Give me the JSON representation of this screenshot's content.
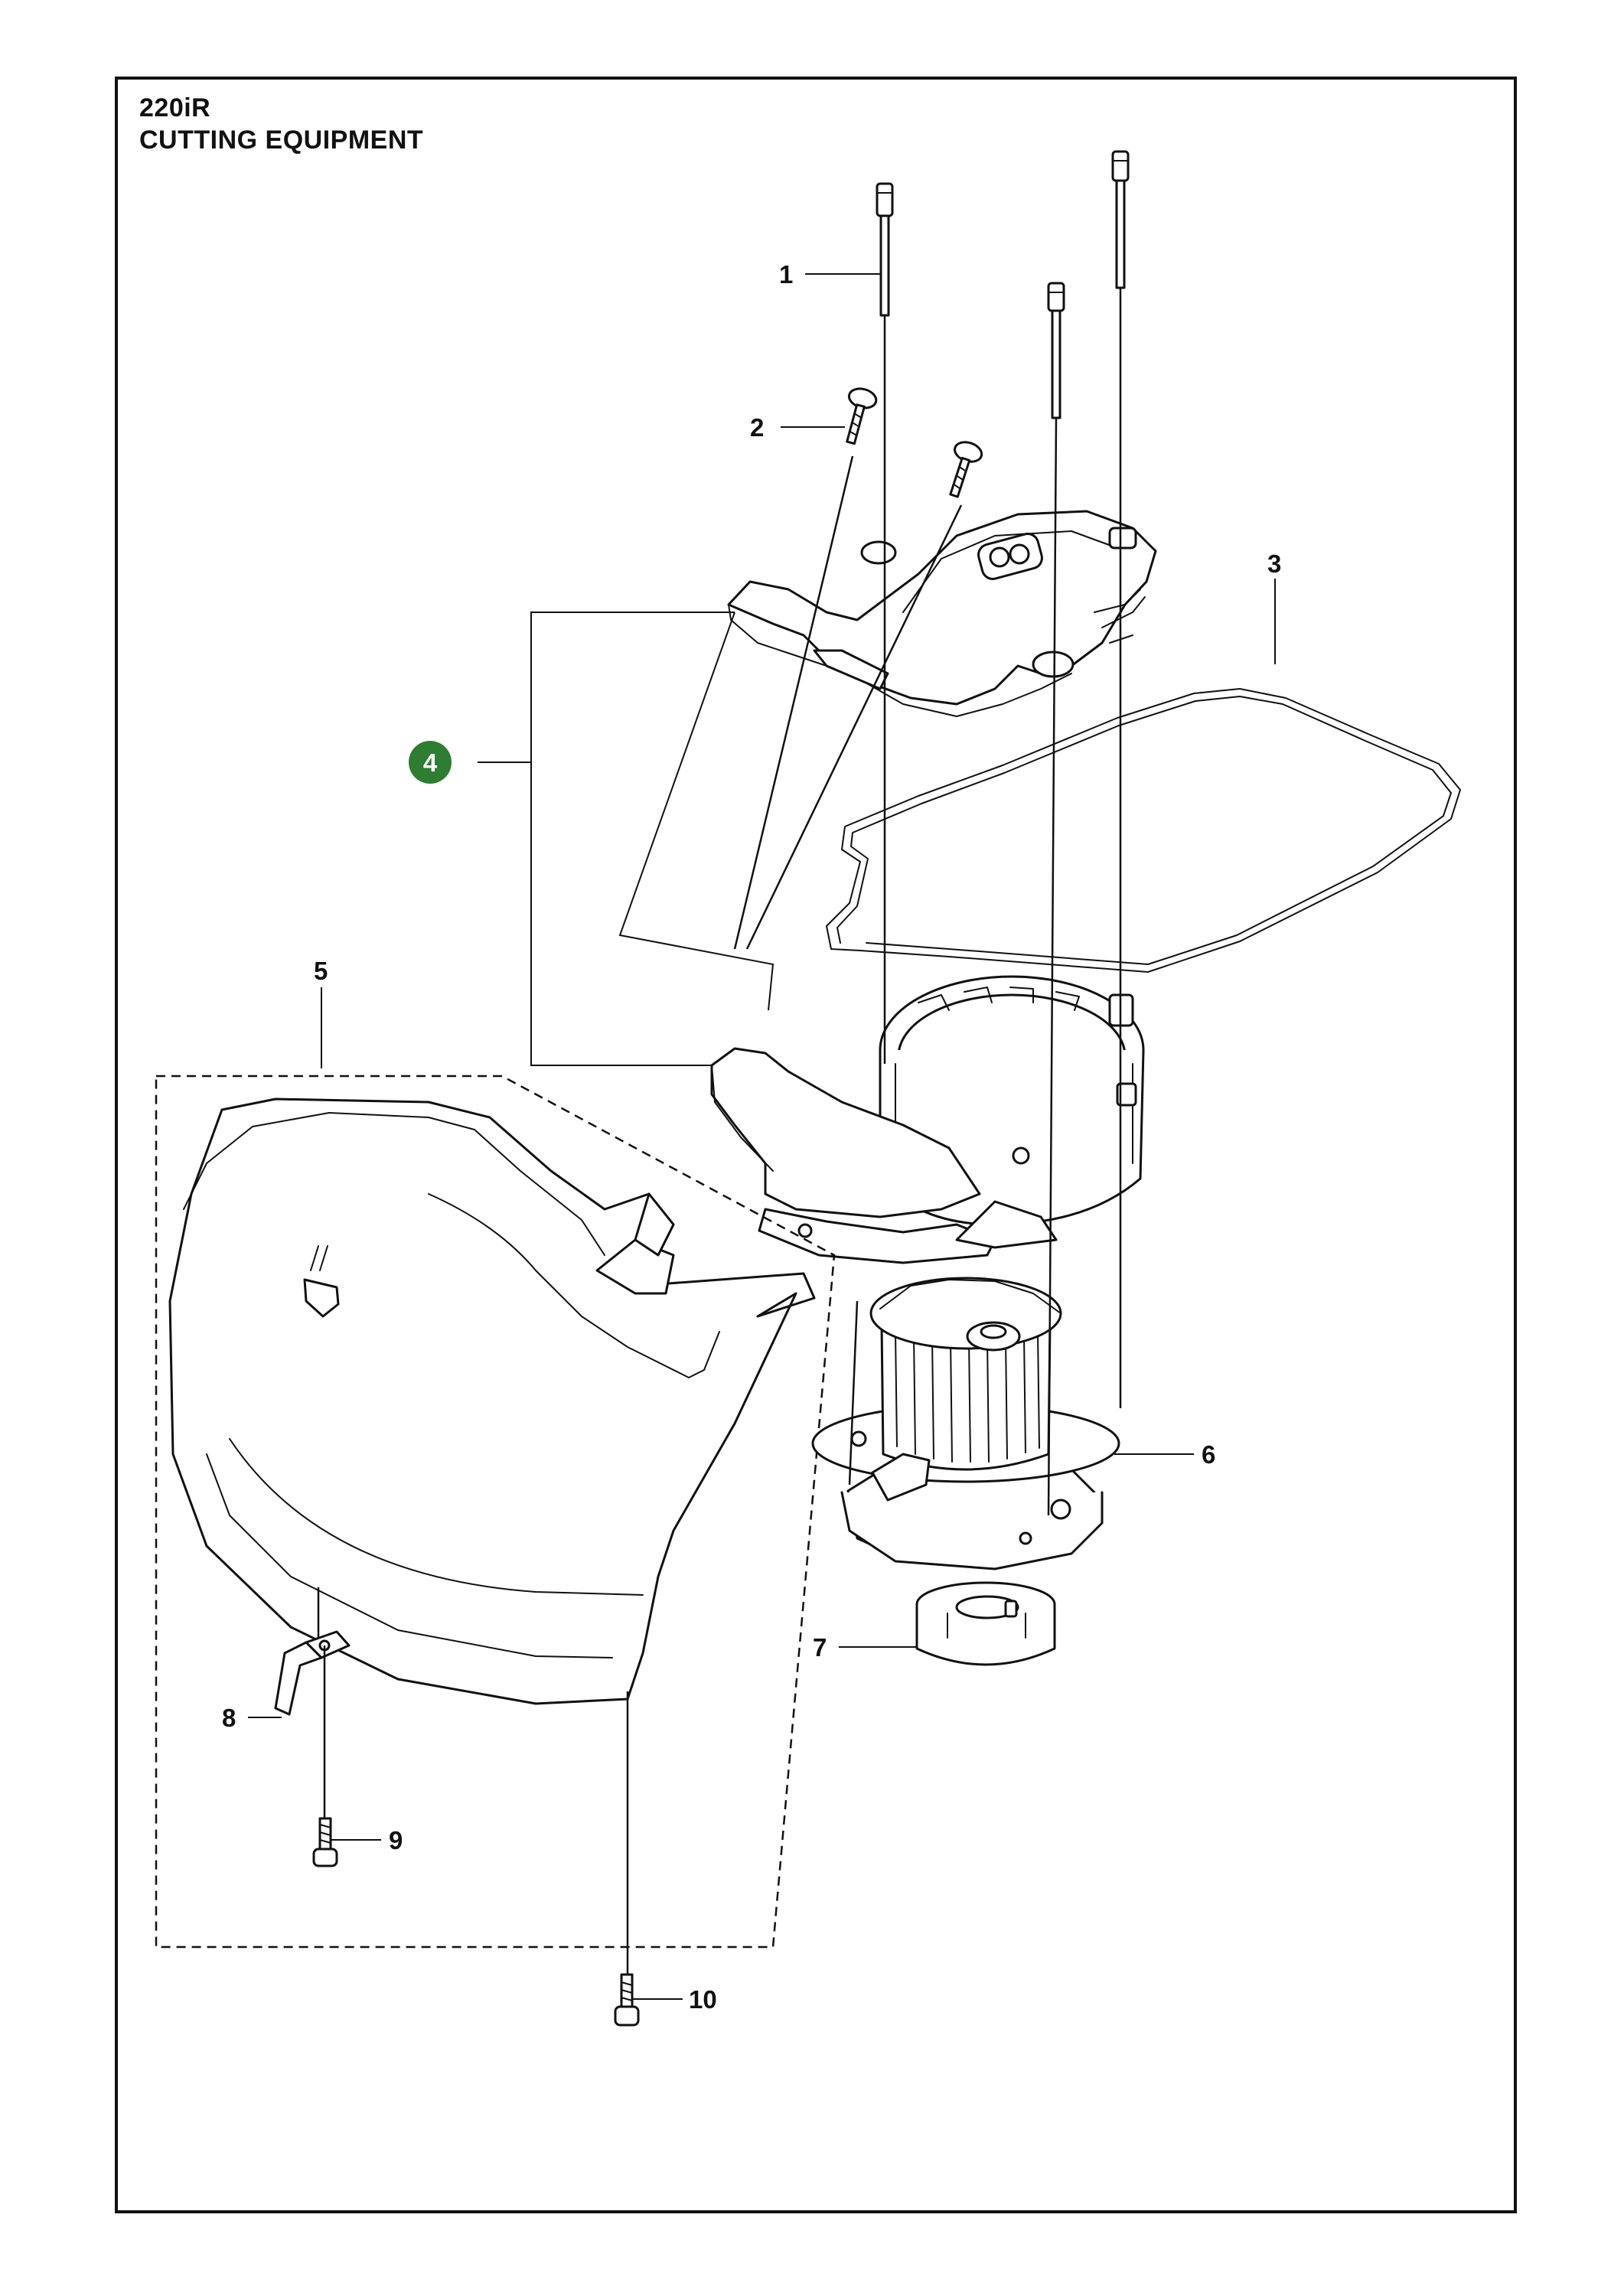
{
  "header": {
    "model": "220iR",
    "section": "CUTTING EQUIPMENT"
  },
  "colors": {
    "kit_badge": "#2e7d32",
    "line": "#111111",
    "background": "#ffffff"
  },
  "callouts": [
    {
      "id": "1",
      "label": "1"
    },
    {
      "id": "2",
      "label": "2"
    },
    {
      "id": "3",
      "label": "3"
    },
    {
      "id": "4",
      "label": "4",
      "kit": true
    },
    {
      "id": "5",
      "label": "5"
    },
    {
      "id": "6",
      "label": "6"
    },
    {
      "id": "7",
      "label": "7"
    },
    {
      "id": "8",
      "label": "8"
    },
    {
      "id": "9",
      "label": "9"
    },
    {
      "id": "10",
      "label": "10"
    }
  ]
}
